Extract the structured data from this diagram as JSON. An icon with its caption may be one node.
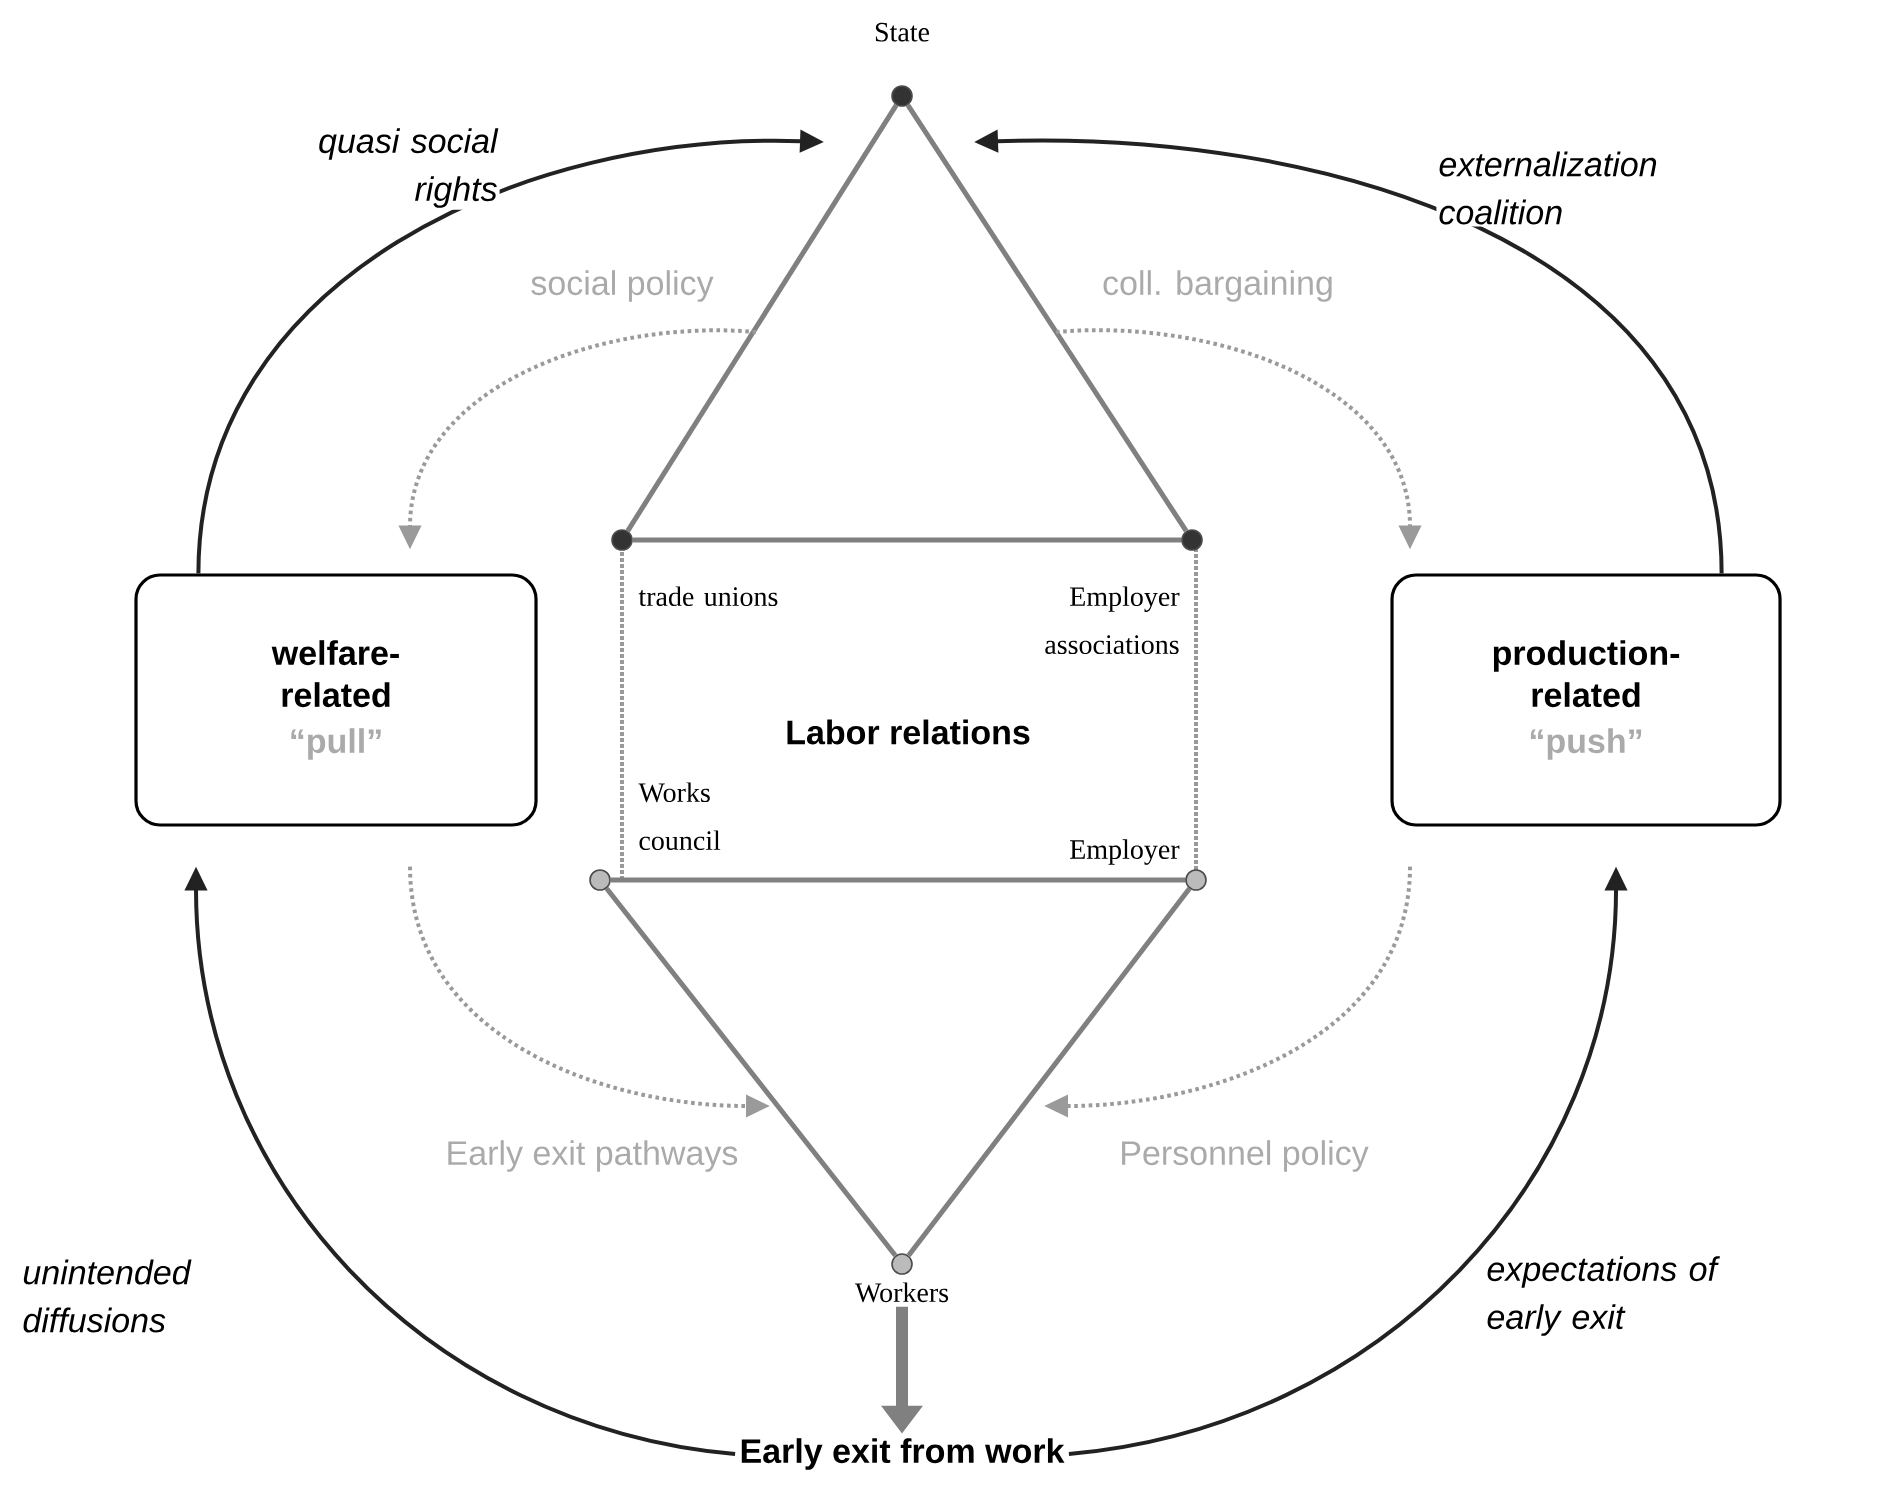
{
  "diagram": {
    "nodes": [
      {
        "text": [],
        "shape": "circle",
        "beside": [
          "State"
        ]
      },
      {
        "text": [
          "welfare-related",
          "“pull”"
        ]
      },
      {
        "text": [
          "Labor relations"
        ]
      },
      {
        "text": [],
        "shape": "circle"
      },
      {
        "text": [],
        "shape": "circle"
      },
      {
        "text": [],
        "shape": "circle"
      },
      {
        "text": [],
        "shape": "circle"
      },
      {
        "text": [
          "production-related",
          "“push”"
        ]
      },
      {
        "text": [],
        "shape": "circle",
        "beside": [
          "Workers"
        ]
      },
      {
        "text": [
          "Early exit from work"
        ]
      }
    ],
    "edges": [
      {
        "from": 0,
        "to": 3,
        "arrow": "none"
      },
      {
        "from": 0,
        "to": 4,
        "arrow": "none"
      },
      {
        "from": 3,
        "to": 4,
        "arrow": "none"
      },
      {
        "from": 5,
        "to": 6,
        "arrow": "none"
      },
      {
        "from": 5,
        "to": 8,
        "arrow": "none"
      },
      {
        "from": 6,
        "to": 8,
        "arrow": "none"
      },
      {
        "from": 1,
        "to": 0,
        "arrow": "to",
        "label": "quasi social rights",
        "color": "#222222"
      },
      {
        "from": 7,
        "to": 0,
        "arrow": "to",
        "label": "externalization coalition",
        "color": "#222222"
      },
      {
        "from": null,
        "to": 1,
        "arrow": "to",
        "label": "social policy",
        "style": "dashed",
        "color": "#9a9a9a"
      },
      {
        "from": null,
        "to": 7,
        "arrow": "to",
        "label": "coll. bargaining",
        "style": "dashed",
        "color": "#9a9a9a"
      },
      {
        "from": 1,
        "to": null,
        "arrow": "to",
        "label": "Early exit pathways",
        "style": "dashed",
        "color": "#9a9a9a"
      },
      {
        "from": 7,
        "to": null,
        "arrow": "to",
        "label": "Personnel policy",
        "style": "dashed",
        "color": "#9a9a9a"
      },
      {
        "from": 8,
        "to": 9,
        "arrow": "to",
        "style": "thick"
      },
      {
        "from": 9,
        "to": 1,
        "arrow": "to",
        "label": "unintended diffusions",
        "color": "#222222"
      },
      {
        "from": 9,
        "to": 7,
        "arrow": "to",
        "label": "expectations of early exit",
        "color": "#222222"
      }
    ],
    "labels": [
      "trade unions",
      "Employer associations",
      "Works council",
      "Employer"
    ]
  }
}
